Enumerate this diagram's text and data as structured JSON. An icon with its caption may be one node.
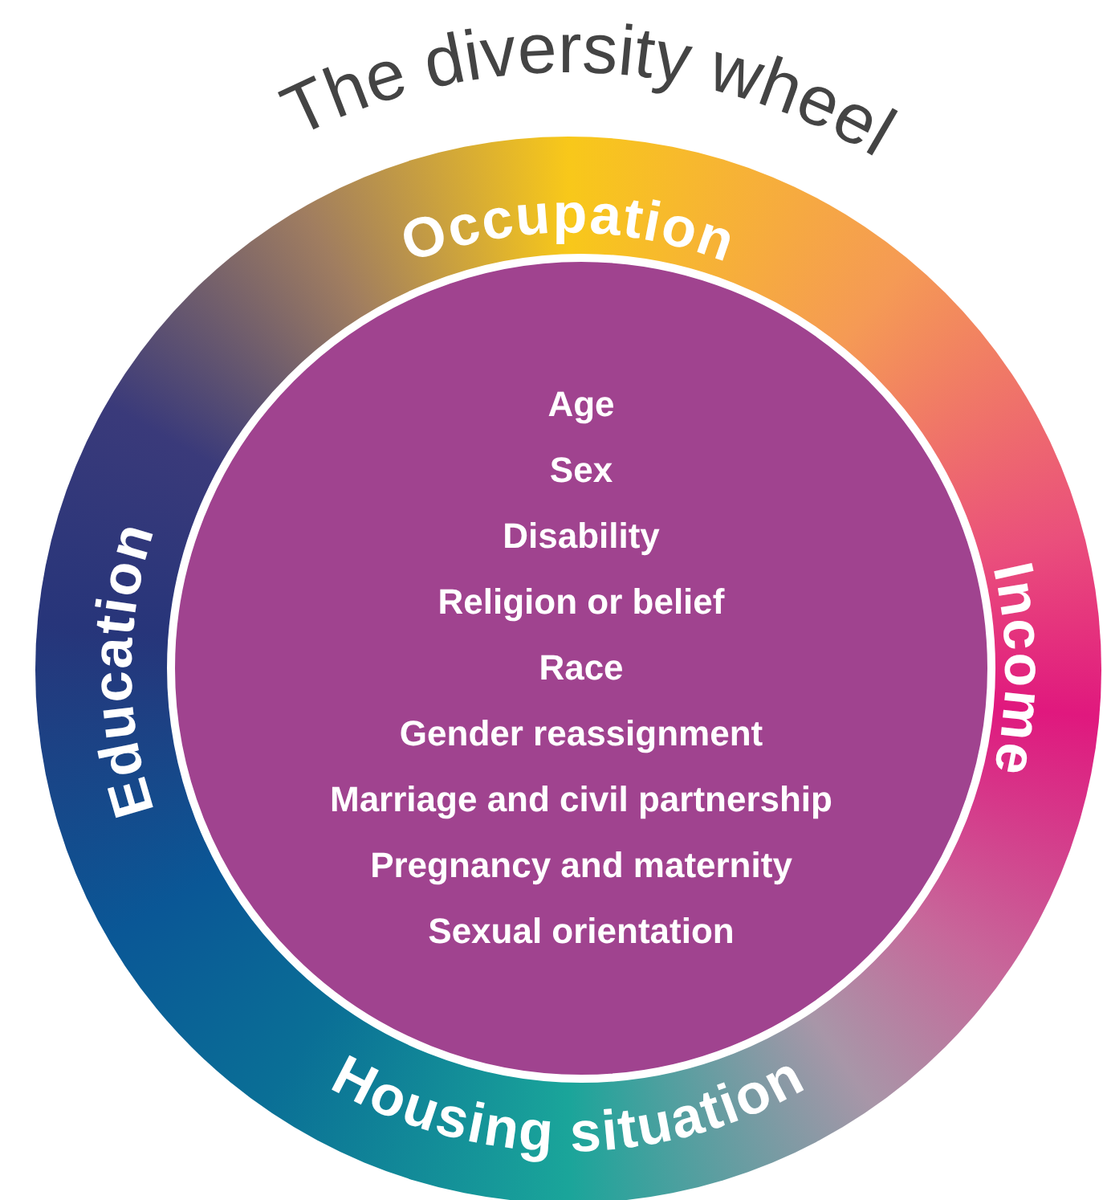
{
  "diagram": {
    "title": "The diversity wheel",
    "nodes": [
      {
        "text": [
          "Occupation",
          "Income",
          "Housing situation",
          "Education"
        ]
      },
      {
        "text": [
          "Age",
          "Sex",
          "Disability",
          "Religion or belief",
          "Race",
          "Gender reassignment",
          "Marriage and civil partnership",
          "Pregnancy and maternity",
          "Sexual orientation"
        ],
        "in": 0
      }
    ]
  }
}
